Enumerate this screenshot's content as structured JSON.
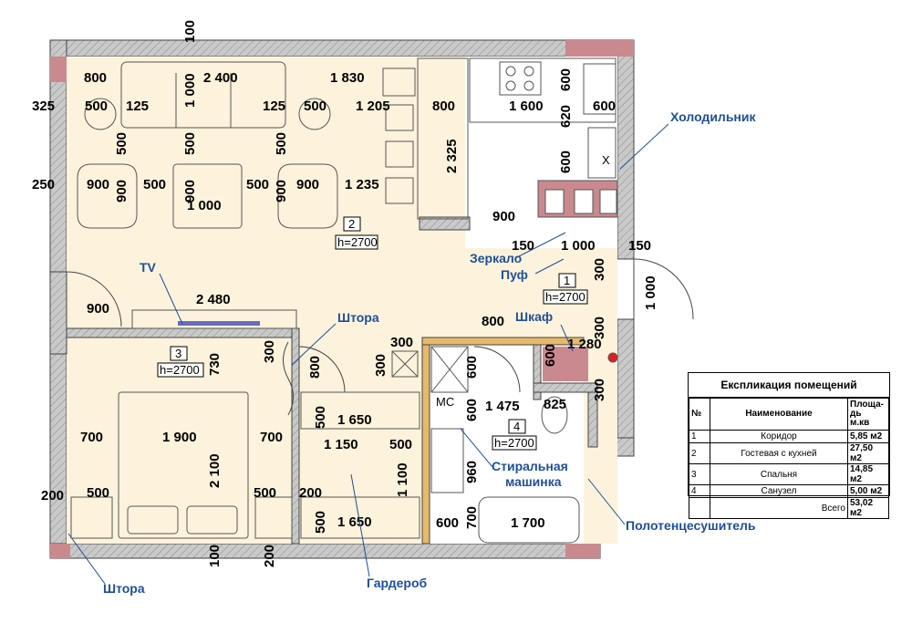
{
  "dimensions": {
    "d_100_top": "100",
    "d_800_top": "800",
    "d_2400": "2 400",
    "d_1830": "1 830",
    "d_325": "325",
    "d_500_a": "500",
    "d_125_a": "125",
    "d_1000_v": "1 000",
    "d_125_b": "125",
    "d_500_b": "500",
    "d_1205": "1 205",
    "d_800_k": "800",
    "d_1600": "1 600",
    "d_600_k1": "600",
    "d_620": "620",
    "d_600_k2": "600",
    "d_600_k3": "600",
    "d_2325": "2 325",
    "d_500_v1": "500",
    "d_500_v2": "500",
    "d_500_v3": "500",
    "d_250": "250",
    "d_900_a": "900",
    "d_900_v1": "900",
    "d_500_c": "500",
    "d_900_v2": "900",
    "d_1000_table": "1 000",
    "d_500_d": "500",
    "d_900_v3": "900",
    "d_900_b": "900",
    "d_1235": "1 235",
    "d_900_c": "900",
    "d_150_a": "150",
    "d_1000_h": "1 000",
    "d_150_b": "150",
    "d_300_a": "300",
    "d_1000_door": "1 000",
    "d_900_bed": "900",
    "d_2480": "2 480",
    "d_800_w": "800",
    "d_300_b": "300",
    "d_1280": "1 280",
    "d_300_c": "300",
    "d_730": "730",
    "d_300_d": "300",
    "d_800_v": "800",
    "d_300_e": "300",
    "d_600_b1": "600",
    "d_600_b2": "600",
    "d_1475": "1 475",
    "d_825": "825",
    "d_300_f": "300",
    "d_500_g": "500",
    "d_1650_a": "1 650",
    "d_600_b3": "600",
    "d_700_a": "700",
    "d_1900": "1 900",
    "d_700_b": "700",
    "d_1150": "1 150",
    "d_500_h": "500",
    "d_1100": "1 100",
    "d_960": "960",
    "d_2100": "2 100",
    "d_200_a": "200",
    "d_500_i": "500",
    "d_500_j": "500",
    "d_200_b": "200",
    "d_500_k": "500",
    "d_1650_b": "1 650",
    "d_600_c": "600",
    "d_700_c": "700",
    "d_1700": "1 700",
    "d_100_bot": "100",
    "d_200_bot": "200"
  },
  "rooms": {
    "r2": {
      "num": "2",
      "height": "h=2700"
    },
    "r1": {
      "num": "1",
      "height": "h=2700"
    },
    "r3": {
      "num": "3",
      "height": "h=2700"
    },
    "r4": {
      "num": "4",
      "height": "h=2700"
    }
  },
  "labels": {
    "fridge": "Холодильник",
    "mirror": "Зеркало",
    "pouf": "Пуф",
    "tv": "TV",
    "curtain_top": "Штора",
    "wardrobe_closet": "Шкаф",
    "washing_1": "Стиральная",
    "washing_2": "машинка",
    "towel": "Полотенцесушитель",
    "curtain_bottom": "Штора",
    "dressing": "Гардероб",
    "stove_mark": "X",
    "mc": "МС"
  },
  "explication": {
    "title": "Експликация помещений",
    "headers": {
      "num": "№",
      "name": "Наименование",
      "area_1": "Площа-",
      "area_2": "дь",
      "area_3": "м.кв"
    },
    "rows": [
      {
        "num": "1",
        "name": "Коридор",
        "area": "5,85 м2"
      },
      {
        "num": "2",
        "name": "Гостевая с кухней",
        "area": "27,50 м2"
      },
      {
        "num": "3",
        "name": "Спальня",
        "area": "14,85 м2"
      },
      {
        "num": "4",
        "name": "Санузел",
        "area": "5,00 м2"
      }
    ],
    "total_label": "Всего",
    "total_area": "53,02 м2"
  },
  "colors": {
    "floor": "#fdf3dc",
    "wall": "#c9c9c9",
    "wall_accent": "#c9898e",
    "bath_floor": "#ffffff",
    "bath_wall": "#e6b96b",
    "callout": "#1f4f9a",
    "ink": "#000000"
  }
}
